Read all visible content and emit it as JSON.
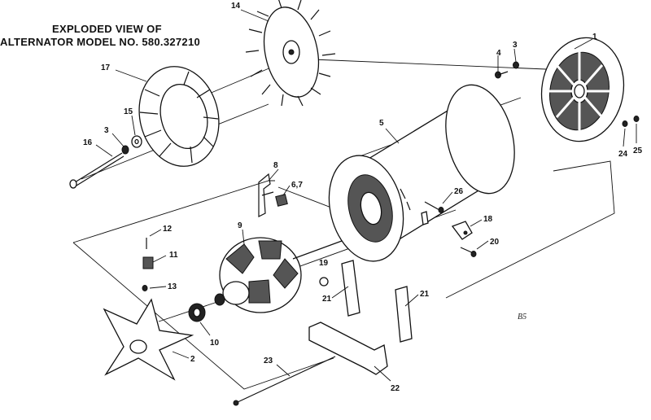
{
  "diagram": {
    "title_line1": "EXPLODED VIEW OF",
    "title_line2": "ALTERNATOR MODEL NO. 580.327210",
    "drawing_code": "B5",
    "part_callouts": [
      "1",
      "2",
      "3",
      "3",
      "4",
      "5",
      "6,7",
      "8",
      "9",
      "10",
      "11",
      "12",
      "13",
      "14",
      "15",
      "16",
      "17",
      "18",
      "19",
      "20",
      "21",
      "21",
      "22",
      "23",
      "24",
      "25",
      "26"
    ]
  }
}
